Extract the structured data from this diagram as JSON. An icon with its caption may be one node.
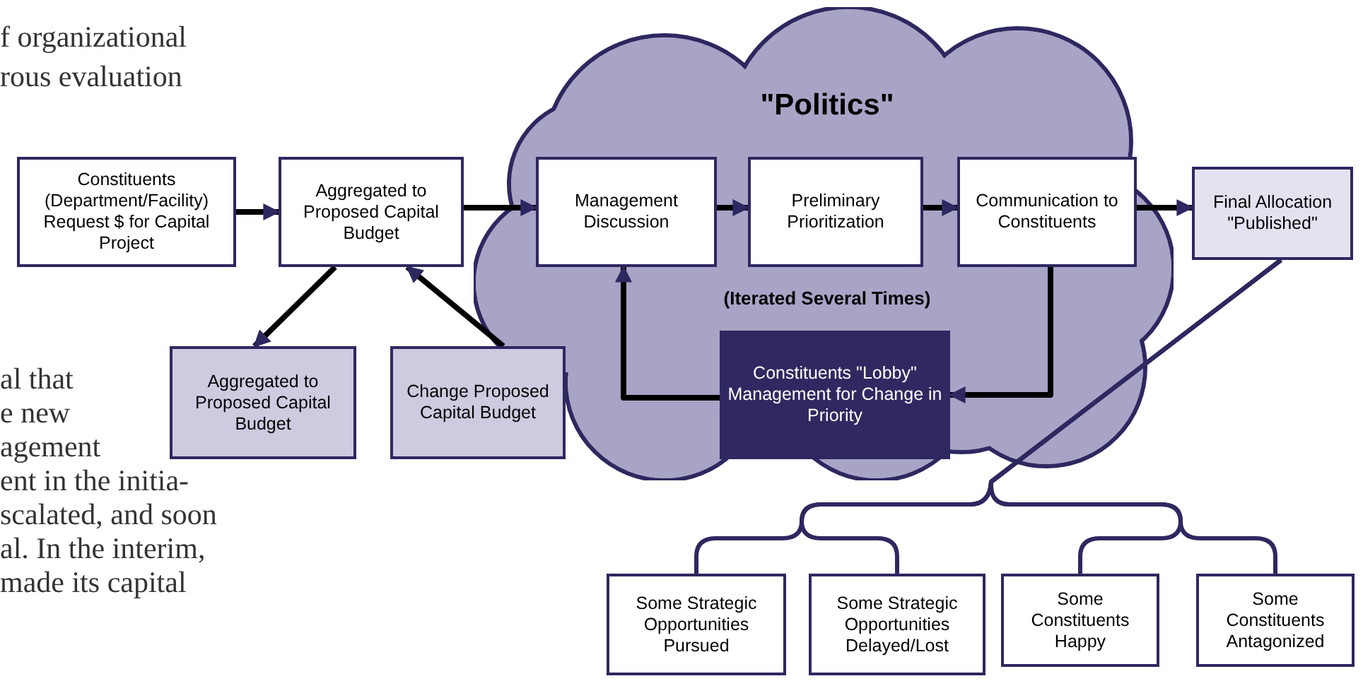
{
  "diagram": {
    "nodes": [
      {
        "text": [
          "Constituents (Department/Facility) Request $ for Capital Project"
        ]
      },
      {
        "text": [
          "Aggregated to Proposed Capital Budget"
        ]
      },
      {
        "text": [
          "\"Politics\"",
          "(Iterated Several Times)"
        ]
      },
      {
        "text": [
          "Management Discussion"
        ],
        "in": 2
      },
      {
        "text": [
          "Preliminary Prioritization"
        ],
        "in": 2
      },
      {
        "text": [
          "Communication to Constituents"
        ],
        "in": 2
      },
      {
        "text": [
          "Constituents \"Lobby\" Management for Change in Priority"
        ],
        "in": 2
      },
      {
        "text": [
          "Final Allocation \"Published\""
        ]
      },
      {
        "text": [
          "Aggregated to Proposed Capital Budget"
        ]
      },
      {
        "text": [
          "Change Proposed Capital Budget"
        ]
      },
      {
        "text": [
          "Some Strategic Opportunities Pursued"
        ]
      },
      {
        "text": [
          "Some Strategic Opportunities Delayed/Lost"
        ]
      },
      {
        "text": [
          "Some Constituents Happy"
        ]
      },
      {
        "text": [
          "Some Constituents Antagonized"
        ]
      }
    ],
    "edges": [
      {
        "from": 0,
        "to": 1,
        "arrow": "to"
      },
      {
        "from": 1,
        "to": 3,
        "arrow": "to"
      },
      {
        "from": 3,
        "to": 4,
        "arrow": "to"
      },
      {
        "from": 4,
        "to": 5,
        "arrow": "to"
      },
      {
        "from": 5,
        "to": 7,
        "arrow": "to"
      },
      {
        "from": 1,
        "to": 8,
        "arrow": "to"
      },
      {
        "from": 9,
        "to": 1,
        "arrow": "to"
      },
      {
        "from": 5,
        "to": 6,
        "arrow": "to"
      },
      {
        "from": 6,
        "to": 3,
        "arrow": "to"
      },
      {
        "from": 7,
        "to": 10,
        "arrow": "none",
        "color": "#2e2860"
      },
      {
        "from": 7,
        "to": 11,
        "arrow": "none",
        "color": "#2e2860"
      },
      {
        "from": 7,
        "to": 12,
        "arrow": "none",
        "color": "#2e2860"
      },
      {
        "from": 7,
        "to": 13,
        "arrow": "none",
        "color": "#2e2860"
      }
    ],
    "labels": [
      "f organizational",
      "rous evaluation",
      "al that",
      "e new",
      "agement",
      "ent in the initia-",
      "scalated, and soon",
      "al. In the interim,",
      "made its capital"
    ]
  }
}
